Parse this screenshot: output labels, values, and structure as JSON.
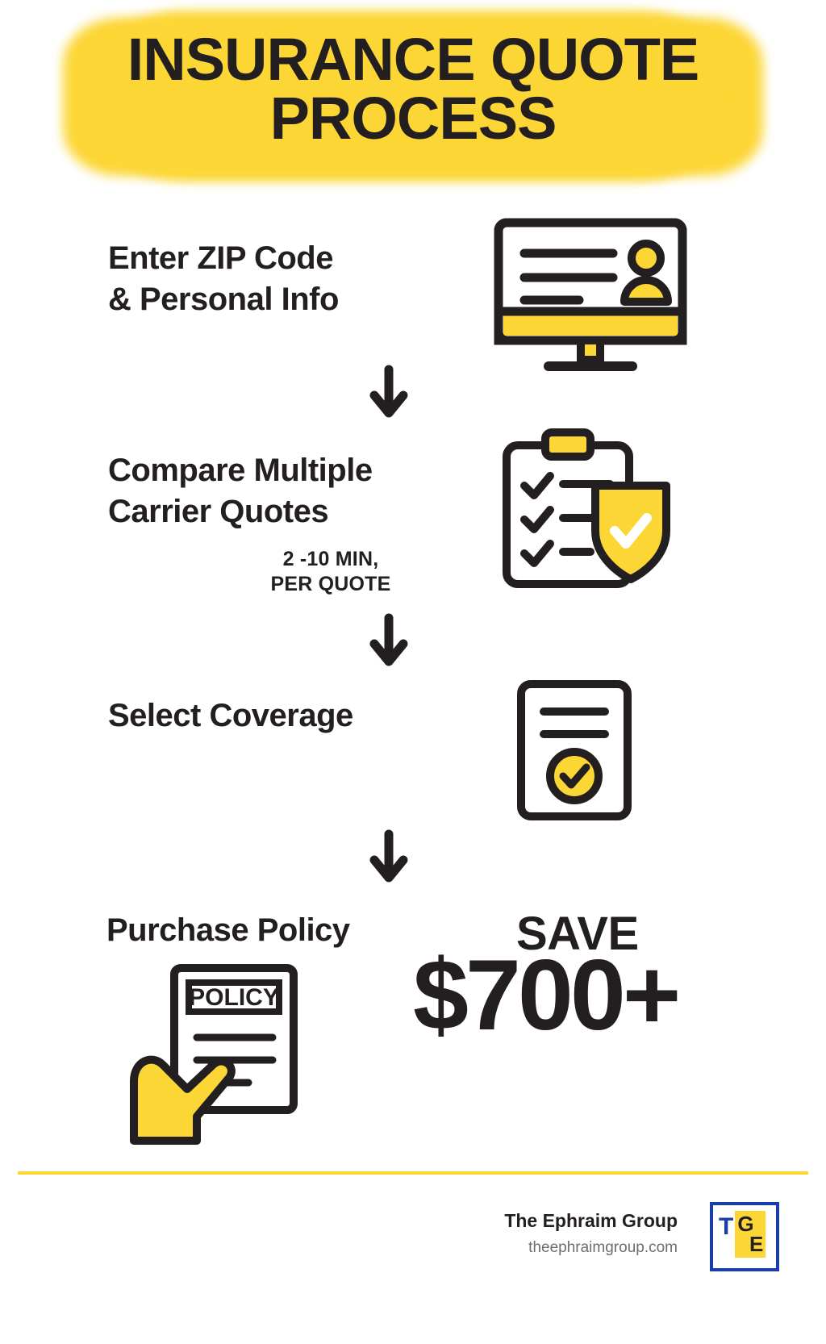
{
  "title": {
    "line1": "INSURANCE QUOTE",
    "line2": "PROCESS"
  },
  "colors": {
    "accent_yellow": "#FCD635",
    "ink": "#231f20",
    "logo_blue": "#1a3ea8",
    "muted": "#6d6d6d"
  },
  "steps": [
    {
      "label_line1": "Enter ZIP Code",
      "label_line2": "& Personal Info",
      "icon": "monitor-user-form-icon",
      "sub_line1": "",
      "sub_line2": ""
    },
    {
      "label_line1": "Compare Multiple",
      "label_line2": "Carrier Quotes",
      "icon": "clipboard-shield-check-icon",
      "sub_line1": "2 -10 MIN,",
      "sub_line2": "PER QUOTE"
    },
    {
      "label_line1": "Select Coverage",
      "label_line2": "",
      "icon": "document-check-circle-icon",
      "sub_line1": "",
      "sub_line2": ""
    },
    {
      "label_line1": "Purchase Policy",
      "label_line2": "",
      "icon": "hand-policy-document-icon",
      "sub_line1": "",
      "sub_line2": ""
    }
  ],
  "policy_doc_text": "POLICY",
  "savings": {
    "word": "SAVE",
    "amount": "$700+"
  },
  "arrows": {
    "icon": "arrow-down-icon",
    "count": 3
  },
  "footer": {
    "brand": "The Ephraim Group",
    "url": "theephraimgroup.com",
    "logo_letters": {
      "t": "T",
      "g": "G",
      "e": "E"
    }
  }
}
